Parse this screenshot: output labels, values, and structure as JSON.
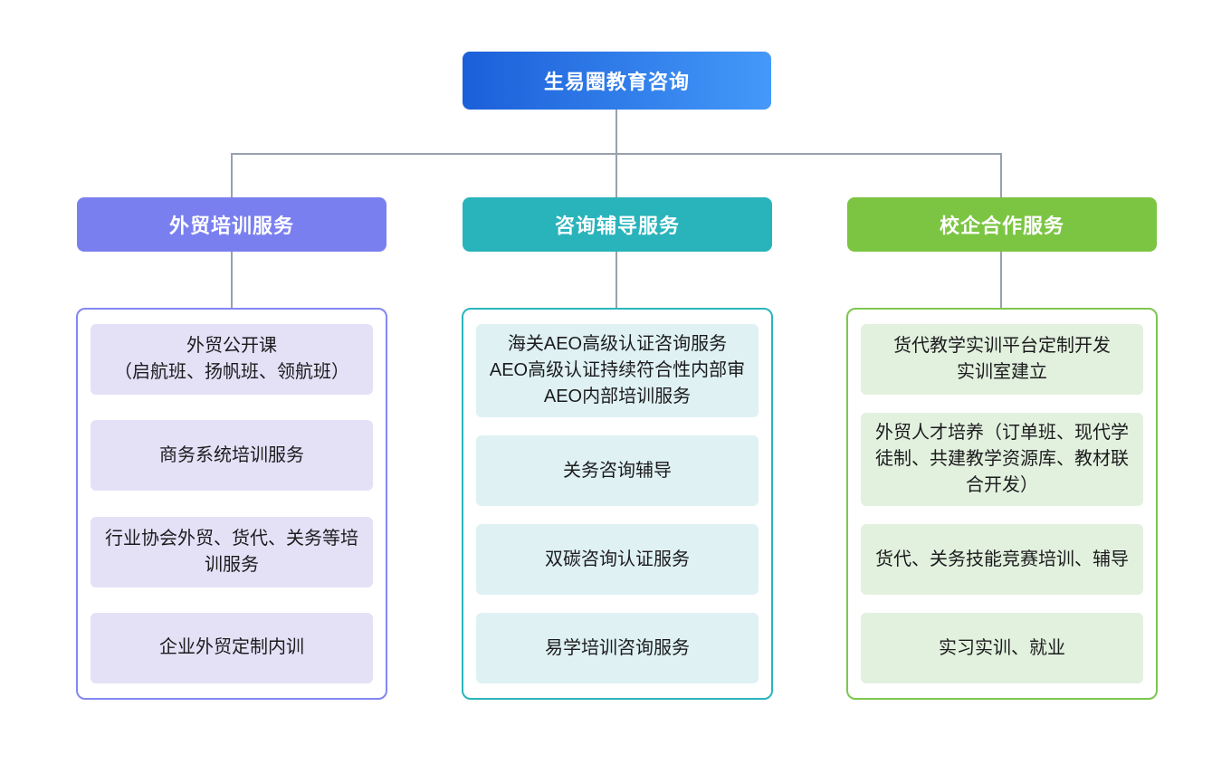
{
  "root": {
    "label": "生易圈教育咨询",
    "gradient_left": "#1b5fd9",
    "gradient_right": "#4499f9"
  },
  "connector_color": "#98a1ab",
  "branches": [
    {
      "id": "trade-training",
      "header": "外贸培训服务",
      "theme": {
        "header_bg": "#7a7ff0",
        "border": "#8287f2",
        "item_bg": "#e4e1f7"
      },
      "items": [
        "外贸公开课\n（启航班、扬帆班、领航班）",
        "商务系统培训服务",
        "行业协会外贸、货代、关务等培训服务",
        "企业外贸定制内训"
      ]
    },
    {
      "id": "consulting-coaching",
      "header": "咨询辅导服务",
      "theme": {
        "header_bg": "#29b3bb",
        "border": "#2ab5bd",
        "item_bg": "#dff1f3"
      },
      "items": [
        "海关AEO高级认证咨询服务\nAEO高级认证持续符合性内部审\nAEO内部培训服务",
        "关务咨询辅导",
        "双碳咨询认证服务",
        "易学培训咨询服务"
      ]
    },
    {
      "id": "school-enterprise",
      "header": "校企合作服务",
      "theme": {
        "header_bg": "#7cc543",
        "border": "#7cc74d",
        "item_bg": "#e2f1de"
      },
      "items": [
        "货代教学实训平台定制开发\n实训室建立",
        "外贸人才培养（订单班、现代学徒制、共建教学资源库、教材联合开发）",
        "货代、关务技能竞赛培训、辅导",
        "实习实训、就业"
      ]
    }
  ]
}
